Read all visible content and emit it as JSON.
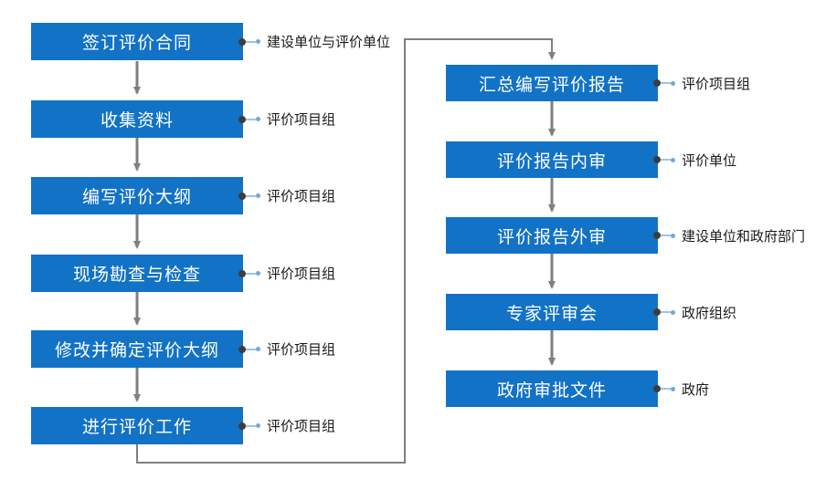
{
  "flow": {
    "left": [
      {
        "label": "签订评价合同",
        "annotation": "建设单位与评价单位"
      },
      {
        "label": "收集资料",
        "annotation": "评价项目组"
      },
      {
        "label": "编写评价大纲",
        "annotation": "评价项目组"
      },
      {
        "label": "现场勘查与检查",
        "annotation": "评价项目组"
      },
      {
        "label": "修改并确定评价大纲",
        "annotation": "评价项目组"
      },
      {
        "label": "进行评价工作",
        "annotation": "评价项目组"
      }
    ],
    "right": [
      {
        "label": "汇总编写评价报告",
        "annotation": "评价项目组"
      },
      {
        "label": "评价报告内审",
        "annotation": "评价单位"
      },
      {
        "label": "评价报告外审",
        "annotation": "建设单位和政府部门"
      },
      {
        "label": "专家评审会",
        "annotation": "政府组织"
      },
      {
        "label": "政府审批文件",
        "annotation": "政府"
      }
    ],
    "colors": {
      "box_blue": "#1272c6",
      "arrow_gray": "#7f7f7f",
      "elbow_gray": "#808080",
      "callout_line_blue": "#9dc3e6",
      "callout_dot_dark": "#3d3d3d",
      "callout_dot_blue": "#6fa8dc",
      "box_text": "#ffffff",
      "annotation_text": "#1a1a1a"
    }
  }
}
